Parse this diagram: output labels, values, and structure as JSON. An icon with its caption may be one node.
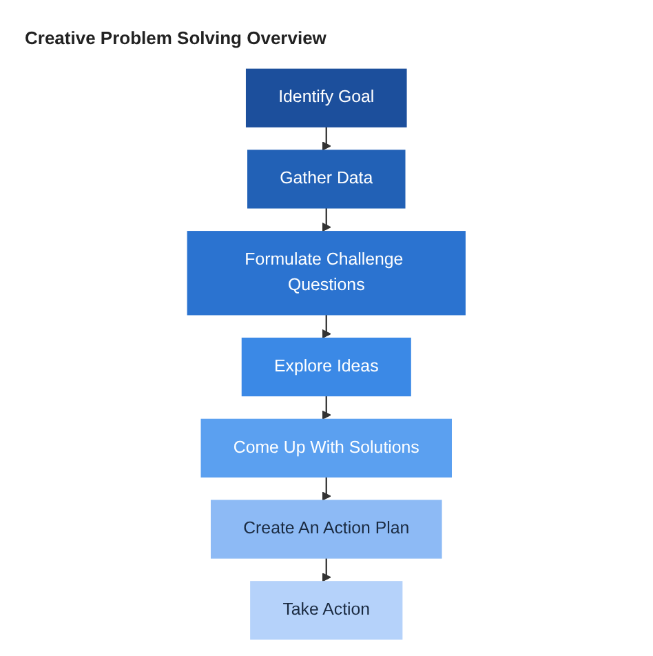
{
  "diagram": {
    "title": "Creative Problem Solving Overview",
    "nodes": [
      {
        "text": [
          "Identify Goal"
        ]
      },
      {
        "text": [
          "Gather Data"
        ]
      },
      {
        "text": [
          "Formulate Challenge Questions"
        ]
      },
      {
        "text": [
          "Explore Ideas"
        ]
      },
      {
        "text": [
          "Come Up With Solutions"
        ]
      },
      {
        "text": [
          "Create An Action Plan"
        ]
      },
      {
        "text": [
          "Take Action"
        ]
      }
    ],
    "edges": [
      {
        "from": 0,
        "to": 1,
        "arrow": "to"
      },
      {
        "from": 1,
        "to": 2,
        "arrow": "to"
      },
      {
        "from": 2,
        "to": 3,
        "arrow": "to"
      },
      {
        "from": 3,
        "to": 4,
        "arrow": "to"
      },
      {
        "from": 4,
        "to": 5,
        "arrow": "to"
      },
      {
        "from": 5,
        "to": 6,
        "arrow": "to"
      }
    ]
  }
}
